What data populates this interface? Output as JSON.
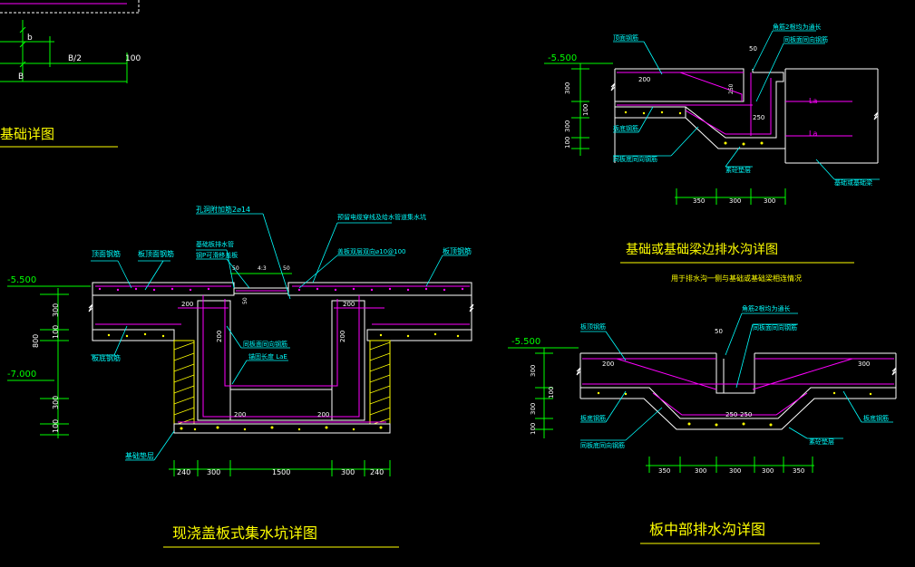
{
  "colors": {
    "background": "#000000",
    "concrete": "#ffffff",
    "rebar": "#ff00ff",
    "leader": "#00ffff",
    "dimension": "#00ff00",
    "title": "#ffff00",
    "label_text": "#00ffff",
    "hatch": "#ffff00"
  },
  "top_left": {
    "title": "基础详图",
    "dim_bz": "B/2",
    "dim_100": "100",
    "dim_b_small": "b",
    "dim_b": "B"
  },
  "pit": {
    "title": "现浇盖板式集水坑详图",
    "elev_top": "-5.500",
    "elev_bottom": "-7.000",
    "labels": {
      "top_rebar": "顶面钢筋",
      "board_top_rebar": "板顶面钢筋",
      "bottom_rebar_left": "板底钢筋",
      "cushion": "基础垫层",
      "hole_rebar": "孔洞附加筋2⌀14",
      "drain_pipe": "基础板排水管",
      "grate": "钢P可滑移盖板",
      "pipe_note": "预留电缆穿线及给水管道集水坑",
      "cover": "盖板双层双向⌀10@100",
      "top_rebar_right": "板顶钢筋",
      "bottom_same_dir": "同板面同向钢筋",
      "anchor": "锚固长度 LaE"
    },
    "dims_vertical": [
      "300",
      "800",
      "100",
      "300",
      "100"
    ],
    "dims_horizontal": [
      "240",
      "300",
      "1500",
      "300",
      "240"
    ],
    "inner_dims": [
      "200",
      "200",
      "200",
      "200",
      "200",
      "200"
    ],
    "small_dims": [
      "50",
      "50",
      "4:3",
      "50"
    ]
  },
  "trench_edge": {
    "title": "基础或基础梁边排水沟详图",
    "subtitle": "用于排水沟一侧与基础或基础梁相连情况",
    "elev": "-5.500",
    "labels": {
      "corner_rebar": "角筋2根均为通长",
      "top_rebar": "顶面钢筋",
      "same_dir": "同板面同向钢筋",
      "bottom_rebar": "板底钢筋",
      "bottom_same": "同板底同向钢筋",
      "cushion": "素砼垫层",
      "beam": "基础或基础梁",
      "la1": "La",
      "la2": "La"
    },
    "dims_vertical": [
      "300",
      "100",
      "300",
      "100"
    ],
    "dims_horizontal": [
      "350",
      "300",
      "300"
    ],
    "inner": [
      "200",
      "250",
      "250",
      "50"
    ]
  },
  "trench_mid": {
    "title": "板中部排水沟详图",
    "elev": "-5.500",
    "labels": {
      "corner_rebar": "角筋2根均为通长",
      "top_rebar": "板顶钢筋",
      "same_dir": "同板面同向钢筋",
      "bottom_rebar_left": "板底钢筋",
      "bottom_rebar_right": "板底钢筋",
      "bottom_same": "同板底同向钢筋",
      "cushion": "素砼垫层"
    },
    "dims_vertical": [
      "300",
      "100",
      "300",
      "100"
    ],
    "dims_horizontal": [
      "350",
      "300",
      "300",
      "300",
      "350"
    ],
    "inner": [
      "200",
      "300",
      "250",
      "250",
      "50"
    ]
  }
}
